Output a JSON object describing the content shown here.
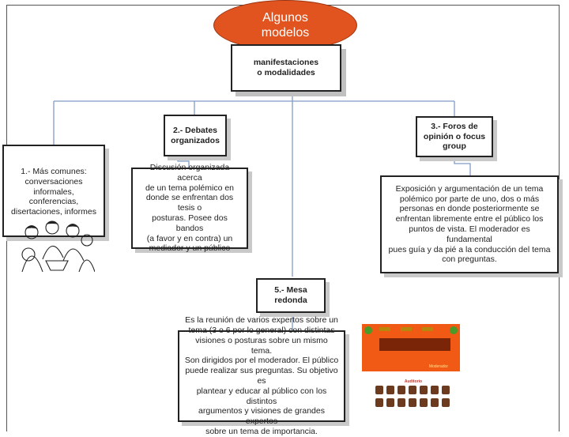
{
  "title": "Algunos\nmodelos",
  "root": {
    "label": "manifestaciones\no modalidades"
  },
  "nodes": {
    "debates_title": "2.- Debates\norganizados",
    "foros_title": "3.- Foros de\nopinión o focus\ngroup",
    "mesa_title": "5.- Mesa\nredonda",
    "comunes": "1.- Más comunes:\nconversaciones\ninformales, conferencias,\ndisertaciones, informes",
    "debates_desc": "Discusión organizada acerca\nde un tema polémico en\ndonde se enfrentan dos tesis o\nposturas. Posee dos bandos\n(a favor y en contra) un\nmediador y un público",
    "foros_desc": "Exposición y argumentación de un tema\npolémico por parte de uno, dos o más\npersonas en donde posteriormente se\nenfrentan libremente entre el público los\npuntos de vista. El moderador es fundamental\npues guía y da pié a la conducción del tema\ncon preguntas.",
    "mesa_desc": "Es la reunión de varios expertos sobre un\ntema (3 o 6 por lo general) con distintas\nvisiones o posturas sobre un mismo tema.\nSon dirigidos por el moderador. El público\npuede realizar sus preguntas. Su objetivo es\nplantear y educar al público con los distintos\nargumentos y visiones de grandes expertos\nsobre un tema de importancia."
  },
  "illustration": {
    "auditorio_label": "Auditorio",
    "moderador_label": "Moderador"
  },
  "colors": {
    "oval": "#e2541f",
    "connector": "#7f9cc4",
    "panel": "#f05a14"
  }
}
